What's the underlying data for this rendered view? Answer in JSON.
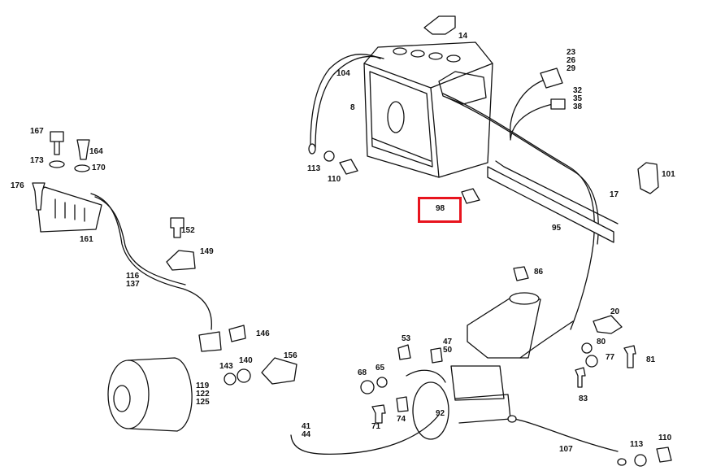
{
  "highlight": {
    "label": "98",
    "color": "#e8141e"
  },
  "callouts": {
    "c14": "14",
    "c23": "23\n26\n29",
    "c32": "32\n35\n38",
    "c104": "104",
    "c8": "8",
    "c167": "167",
    "c164": "164",
    "c173": "173",
    "c170": "170",
    "c176": "176",
    "c113a": "113",
    "c110a": "110",
    "c101": "101",
    "c17": "17",
    "c161": "161",
    "c152": "152",
    "c95": "95",
    "c149": "149",
    "c86": "86",
    "c116": "116\n137",
    "c20": "20",
    "c146": "146",
    "c53": "53",
    "c47": "47\n50",
    "c80": "80",
    "c77": "77",
    "c81": "81",
    "c156": "156",
    "c143": "143",
    "c140": "140",
    "c65": "65",
    "c68": "68",
    "c119": "119\n122\n125",
    "c83": "83",
    "c92": "92",
    "c71": "71",
    "c74": "74",
    "c41": "41\n44",
    "c107": "107",
    "c113b": "113",
    "c110b": "110"
  }
}
